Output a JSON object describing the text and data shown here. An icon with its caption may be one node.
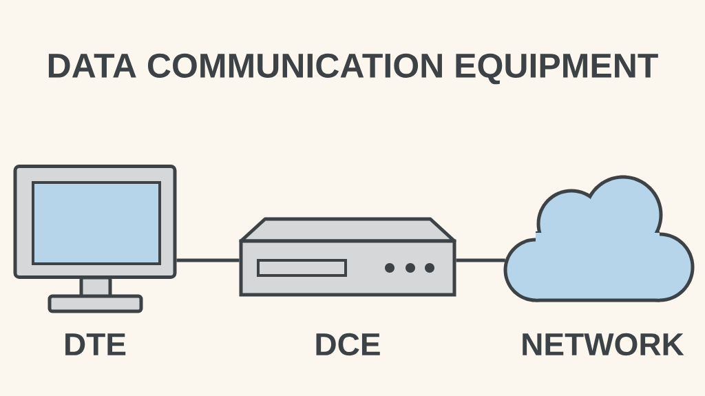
{
  "diagram": {
    "title": "DATA COMMUNICATION EQUIPMENT",
    "nodes": [
      {
        "text": [],
        "shape": "picture",
        "beside": [
          "DTE"
        ]
      },
      {
        "text": [],
        "shape": "picture",
        "beside": [
          "DCE"
        ]
      },
      {
        "text": [],
        "shape": "cloud",
        "beside": [
          "NETWORK"
        ]
      }
    ],
    "edges": [
      {
        "from": 0,
        "to": 1,
        "arrow": "none"
      },
      {
        "from": 1,
        "to": 2,
        "arrow": "none"
      }
    ]
  }
}
